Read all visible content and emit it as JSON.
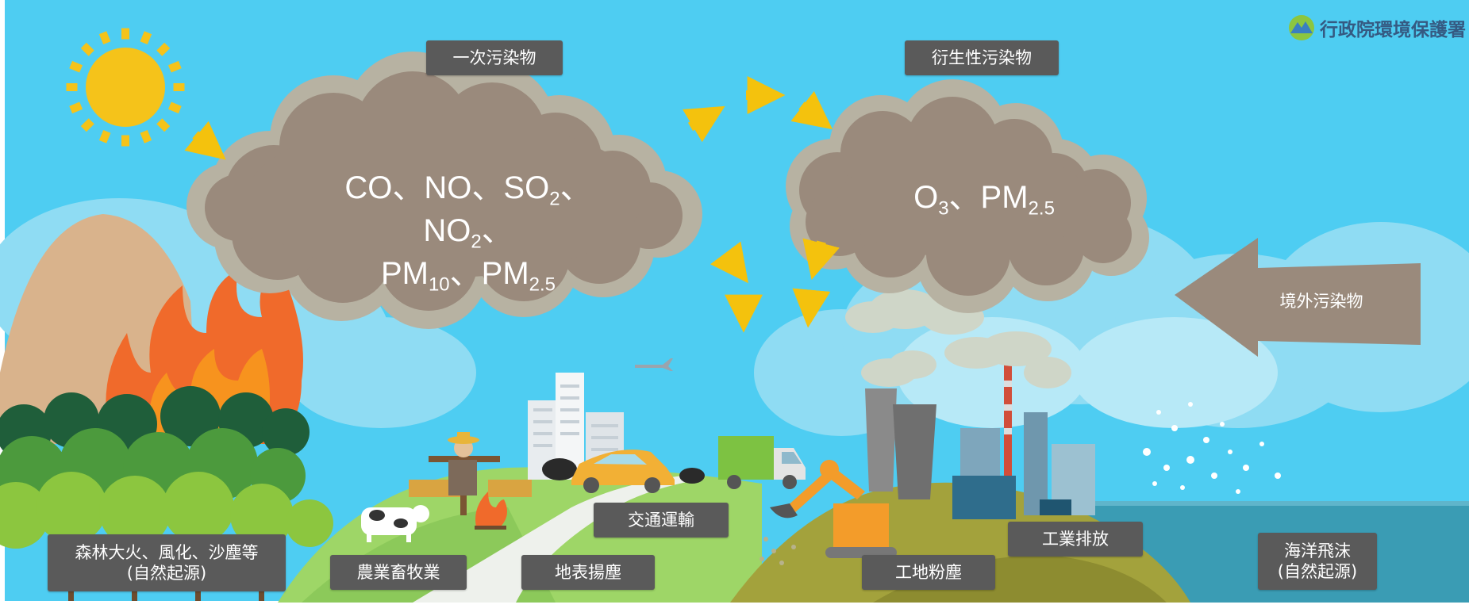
{
  "logo": {
    "text": "行政院環境保護署",
    "icon": "mountain-logo-icon"
  },
  "labels": {
    "primary_pollutants": "一次污染物",
    "secondary_pollutants": "衍生性污染物",
    "transboundary": "境外污染物",
    "forest_fire_line1": "森林大火、風化、沙塵等",
    "forest_fire_line2": "(自然起源)",
    "agriculture": "農業畜牧業",
    "surface_dust": "地表揚塵",
    "transportation": "交通運輸",
    "construction_dust": "工地粉塵",
    "industrial_emission": "工業排放",
    "sea_spray_line1": "海洋飛沫",
    "sea_spray_line2": "(自然起源)"
  },
  "primary_cloud": {
    "line1": [
      {
        "text": "CO、NO、SO"
      },
      {
        "sub": "2"
      },
      {
        "text": "、NO"
      },
      {
        "sub": "2"
      },
      {
        "text": "、"
      }
    ],
    "line2": [
      {
        "text": "PM"
      },
      {
        "sub": "10"
      },
      {
        "text": "、PM"
      },
      {
        "sub": "2.5"
      }
    ]
  },
  "secondary_cloud": {
    "line1": [
      {
        "text": "O"
      },
      {
        "sub": "3"
      },
      {
        "text": "、PM"
      },
      {
        "sub": "2.5"
      }
    ]
  },
  "colors": {
    "sky": "#4ecdf2",
    "cloud_fill": "#9a8a7c",
    "cloud_border": "#b7b2a2",
    "arrow": "#f4c20d",
    "label_bg": "#5a5a5a",
    "sun": "#f5c31a",
    "logo_text": "#355a82"
  }
}
